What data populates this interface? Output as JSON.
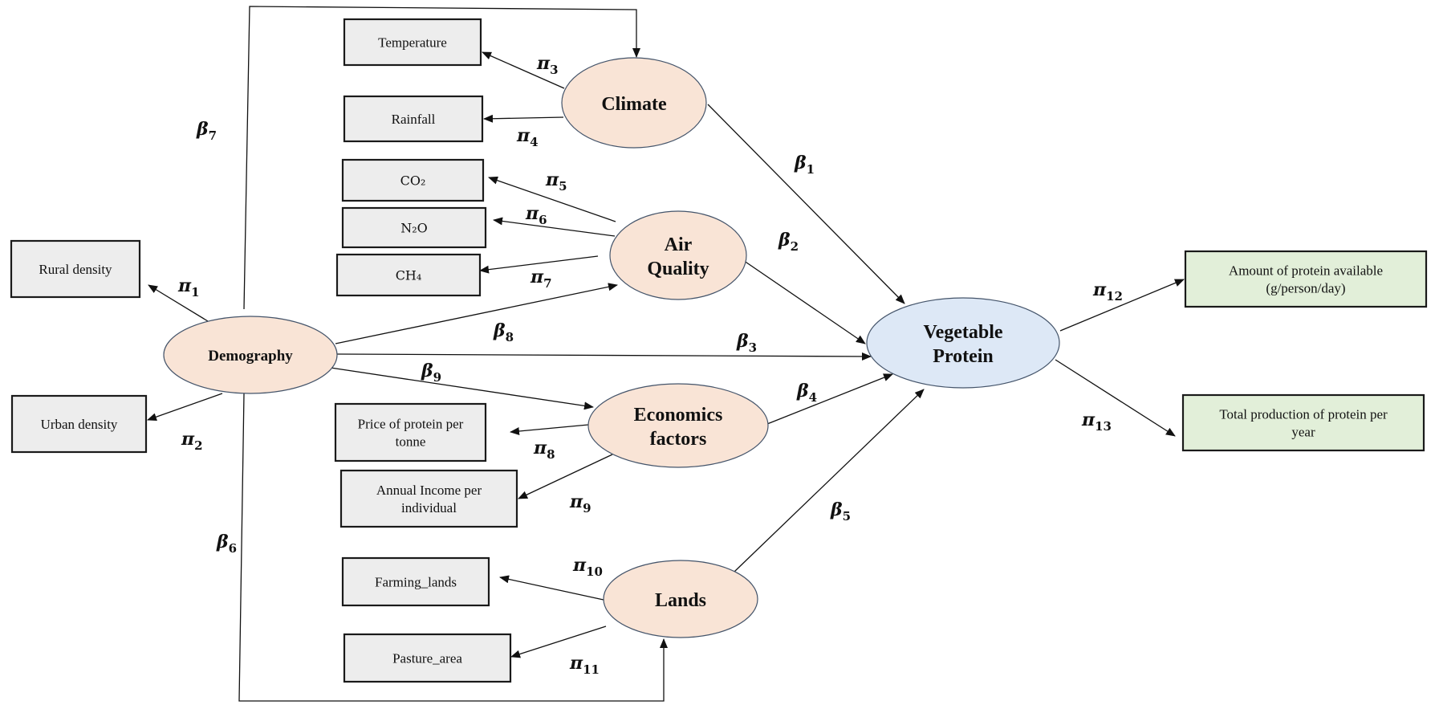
{
  "diagram": {
    "title": "Structural equation model of Vegetable Protein",
    "colors": {
      "latent_fill": "#f9e4d6",
      "target_fill": "#dde8f6",
      "indicator_fill": "#ededed",
      "outcome_fill": "#e2efd9",
      "stroke": "#111111",
      "ellipse_stroke": "#44546a"
    },
    "latent_nodes": [
      {
        "id": "climate",
        "lines": [
          "Climate"
        ],
        "kind": "latent"
      },
      {
        "id": "air_quality",
        "lines": [
          "Air",
          "Quality"
        ],
        "kind": "latent"
      },
      {
        "id": "demography",
        "lines": [
          "Demography"
        ],
        "kind": "latent"
      },
      {
        "id": "economics",
        "lines": [
          "Economics",
          "factors"
        ],
        "kind": "latent"
      },
      {
        "id": "lands",
        "lines": [
          "Lands"
        ],
        "kind": "latent"
      },
      {
        "id": "vegetable_protein",
        "lines": [
          "Vegetable",
          "Protein"
        ],
        "kind": "target"
      }
    ],
    "indicator_nodes": [
      {
        "id": "temperature",
        "lines": [
          "Temperature"
        ],
        "kind": "indicator"
      },
      {
        "id": "rainfall",
        "lines": [
          "Rainfall"
        ],
        "kind": "indicator"
      },
      {
        "id": "co2",
        "lines": [
          "CO₂"
        ],
        "kind": "indicator"
      },
      {
        "id": "n2o",
        "lines": [
          "N₂O"
        ],
        "kind": "indicator"
      },
      {
        "id": "ch4",
        "lines": [
          "CH₄"
        ],
        "kind": "indicator"
      },
      {
        "id": "rural_density",
        "lines": [
          "Rural density"
        ],
        "kind": "indicator"
      },
      {
        "id": "urban_density",
        "lines": [
          "Urban density"
        ],
        "kind": "indicator"
      },
      {
        "id": "price_protein",
        "lines": [
          "Price of protein per",
          "tonne"
        ],
        "kind": "indicator"
      },
      {
        "id": "annual_income",
        "lines": [
          "Annual Income per",
          "individual"
        ],
        "kind": "indicator"
      },
      {
        "id": "farming_lands",
        "lines": [
          "Farming_lands"
        ],
        "kind": "indicator"
      },
      {
        "id": "pasture_area",
        "lines": [
          "Pasture_area"
        ],
        "kind": "indicator"
      },
      {
        "id": "protein_available",
        "lines": [
          "Amount of protein available",
          "(g/person/day)"
        ],
        "kind": "outcome"
      },
      {
        "id": "total_production",
        "lines": [
          "Total production of protein per",
          "year"
        ],
        "kind": "outcome"
      }
    ],
    "edges": [
      {
        "from": "climate",
        "to": "vegetable_protein",
        "symbol": "β",
        "sub": "1"
      },
      {
        "from": "air_quality",
        "to": "vegetable_protein",
        "symbol": "β",
        "sub": "2"
      },
      {
        "from": "demography",
        "to": "vegetable_protein",
        "symbol": "β",
        "sub": "3"
      },
      {
        "from": "economics",
        "to": "vegetable_protein",
        "symbol": "β",
        "sub": "4"
      },
      {
        "from": "lands",
        "to": "vegetable_protein",
        "symbol": "β",
        "sub": "5"
      },
      {
        "from": "demography",
        "to": "lands",
        "symbol": "β",
        "sub": "6"
      },
      {
        "from": "demography",
        "to": "climate",
        "symbol": "β",
        "sub": "7"
      },
      {
        "from": "demography",
        "to": "air_quality",
        "symbol": "β",
        "sub": "8"
      },
      {
        "from": "demography",
        "to": "economics",
        "symbol": "β",
        "sub": "9"
      },
      {
        "from": "demography",
        "to": "rural_density",
        "symbol": "π",
        "sub": "1"
      },
      {
        "from": "demography",
        "to": "urban_density",
        "symbol": "π",
        "sub": "2"
      },
      {
        "from": "climate",
        "to": "temperature",
        "symbol": "π",
        "sub": "3"
      },
      {
        "from": "climate",
        "to": "rainfall",
        "symbol": "π",
        "sub": "4"
      },
      {
        "from": "air_quality",
        "to": "co2",
        "symbol": "π",
        "sub": "5"
      },
      {
        "from": "air_quality",
        "to": "n2o",
        "symbol": "π",
        "sub": "6"
      },
      {
        "from": "air_quality",
        "to": "ch4",
        "symbol": "π",
        "sub": "7"
      },
      {
        "from": "economics",
        "to": "price_protein",
        "symbol": "π",
        "sub": "8"
      },
      {
        "from": "economics",
        "to": "annual_income",
        "symbol": "π",
        "sub": "9"
      },
      {
        "from": "lands",
        "to": "farming_lands",
        "symbol": "π",
        "sub": "10"
      },
      {
        "from": "lands",
        "to": "pasture_area",
        "symbol": "π",
        "sub": "11"
      },
      {
        "from": "vegetable_protein",
        "to": "protein_available",
        "symbol": "π",
        "sub": "12"
      },
      {
        "from": "vegetable_protein",
        "to": "total_production",
        "symbol": "π",
        "sub": "13"
      }
    ]
  }
}
